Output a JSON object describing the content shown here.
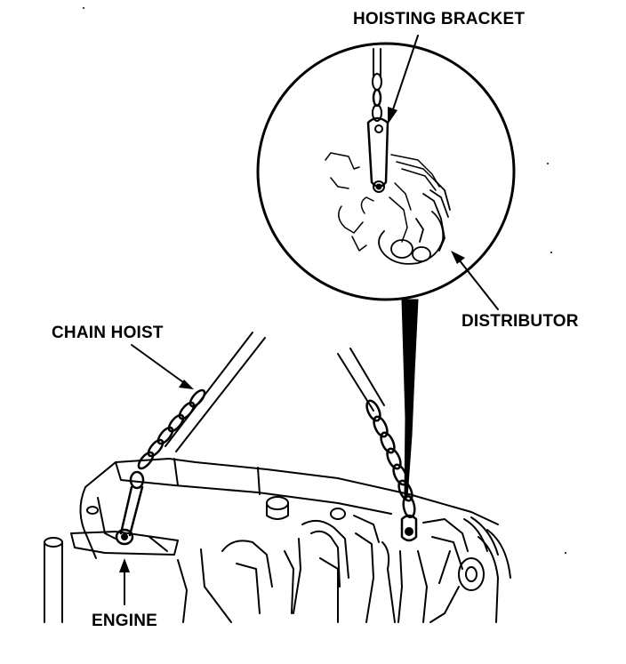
{
  "labels": {
    "hoisting_bracket": "HOISTING BRACKET",
    "distributor": "DISTRIBUTOR",
    "chain_hoist": "CHAIN HOIST",
    "engine": "ENGINE"
  },
  "colors": {
    "ink": "#000000",
    "paper": "#ffffff"
  }
}
